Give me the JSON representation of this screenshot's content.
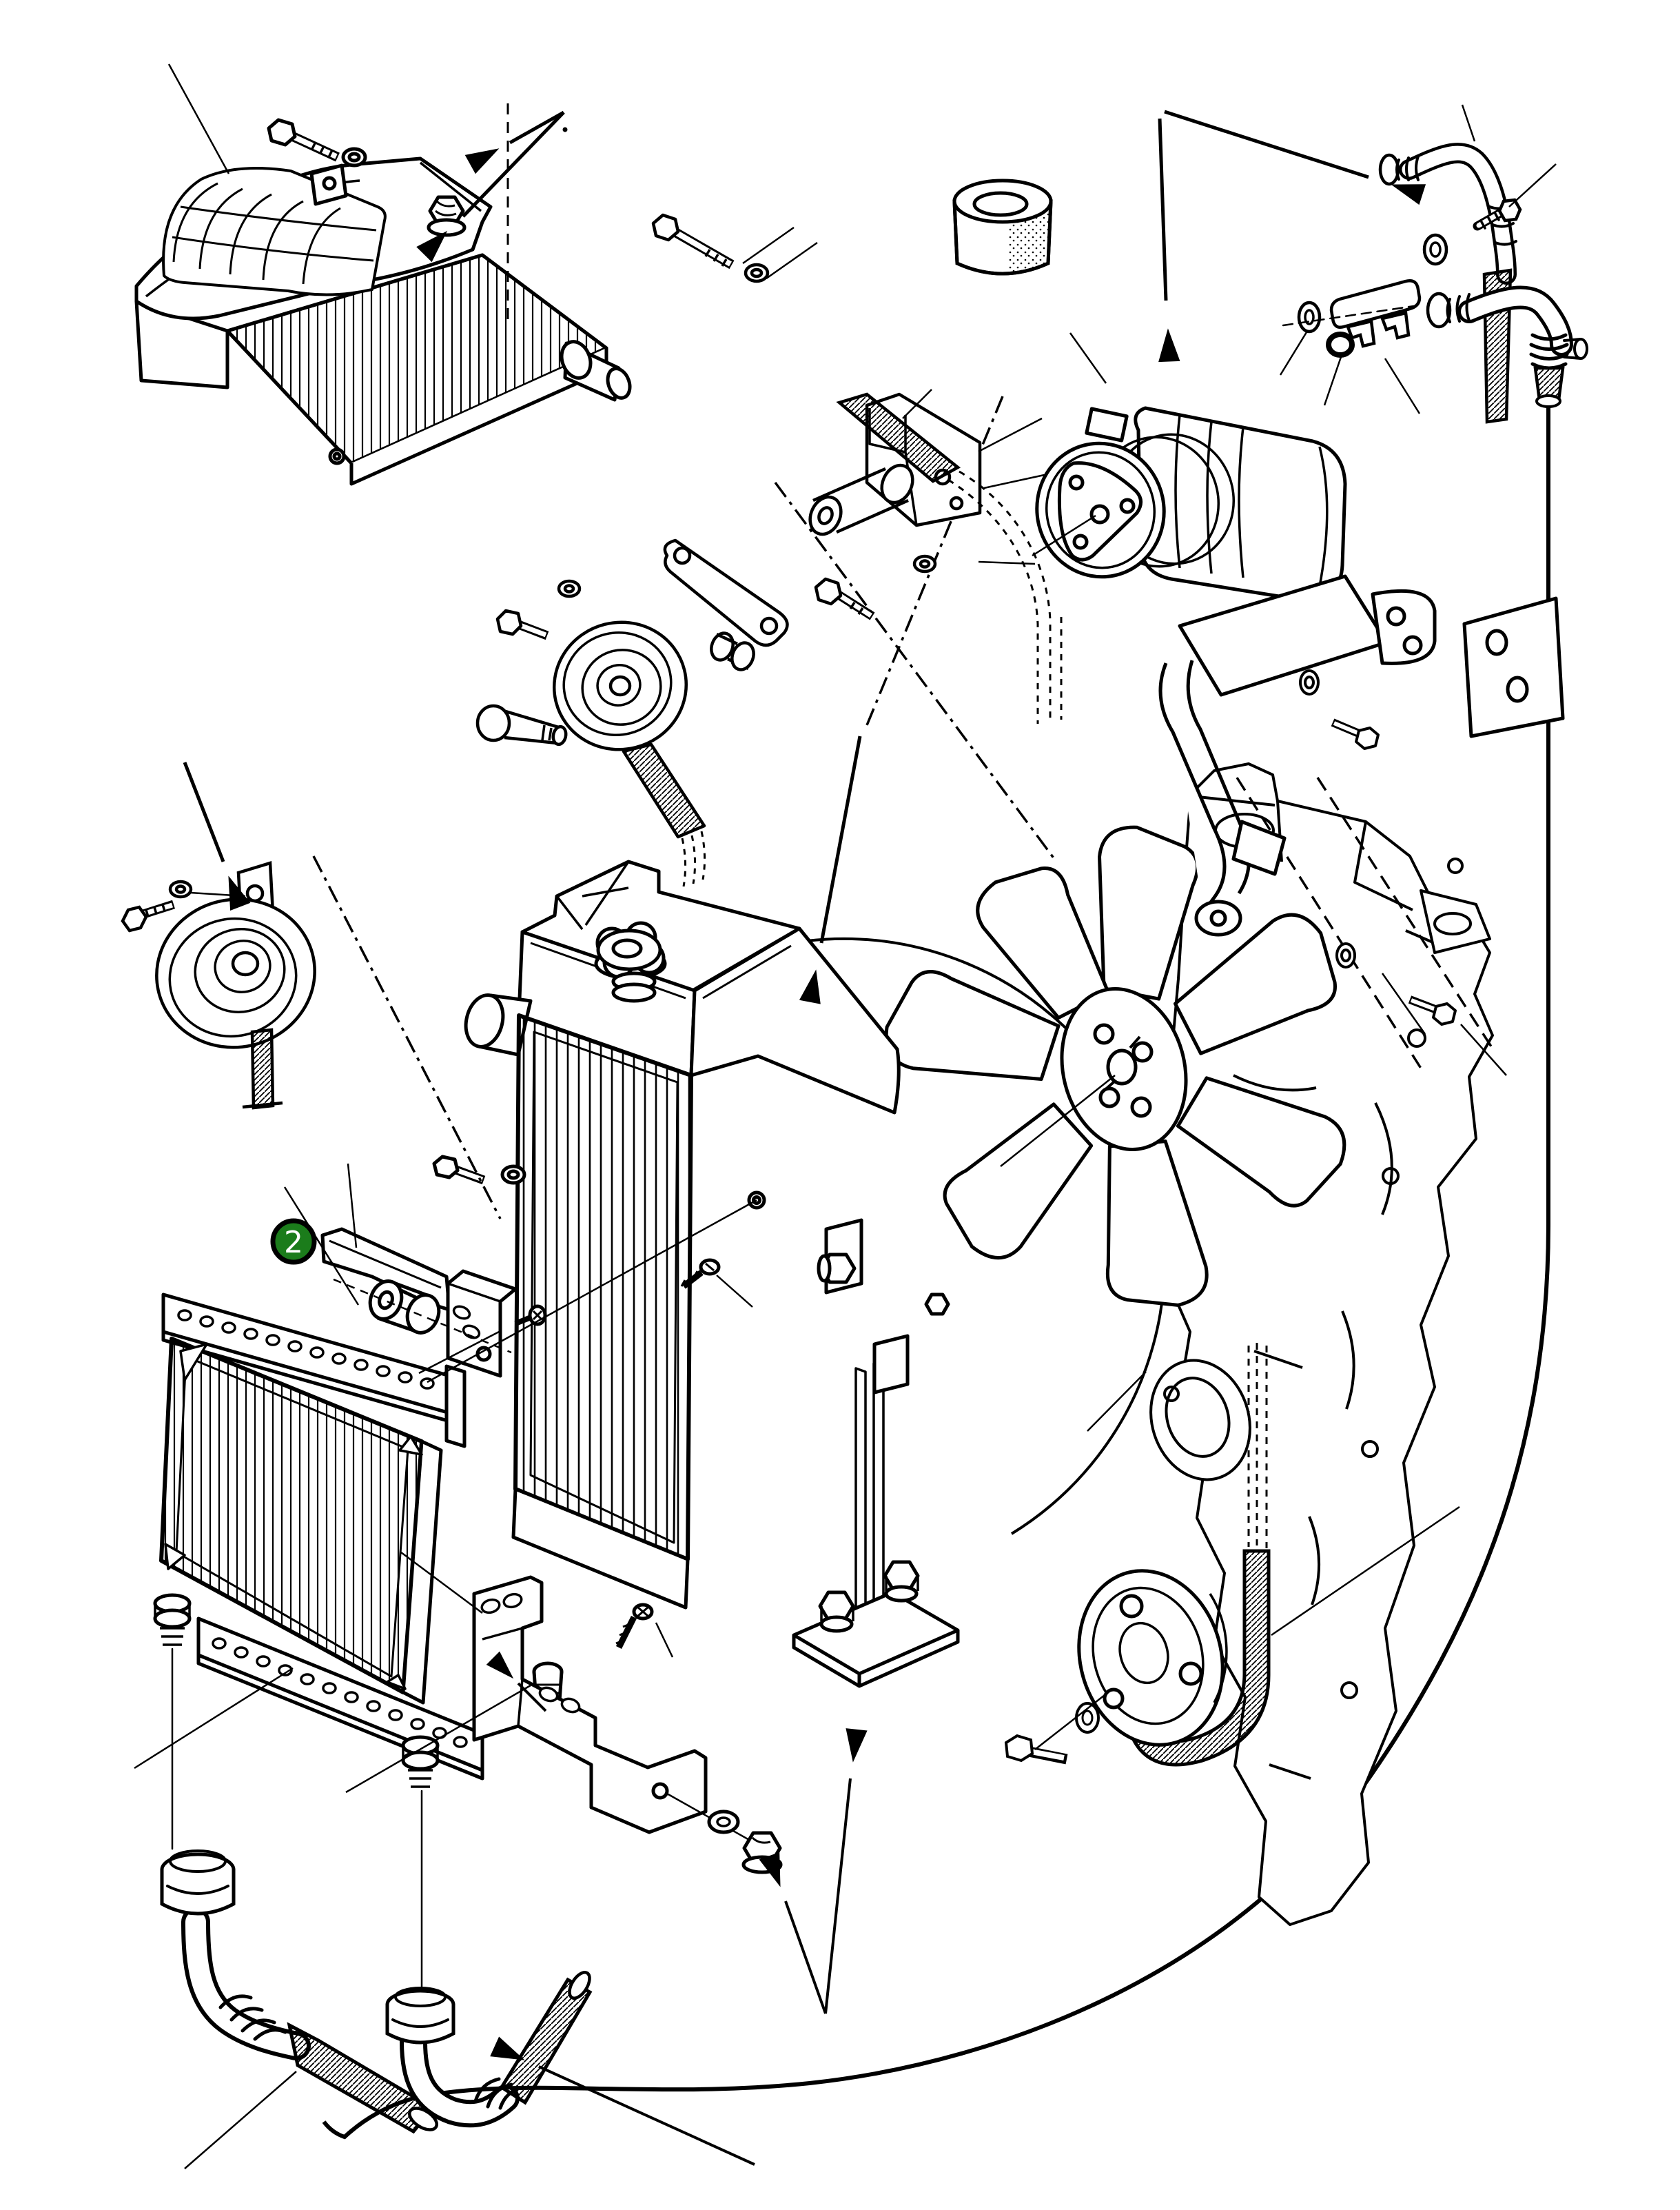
{
  "diagram": {
    "type": "exploded-parts-diagram",
    "subject": "engine cooling system: radiator, oil cooler, cooling fan, compressor, belts and hoses",
    "callout": {
      "number": "2"
    },
    "colors": {
      "background": "#ffffff",
      "line": "#000000",
      "badge_fill": "#1b7c1b",
      "badge_ring": "#000000",
      "badge_text": "#ffffff"
    },
    "icons": [
      "pointer-arrow-top-left-washer-icon",
      "pointer-arrow-top-left-nut-icon",
      "pointer-arrow-hose-fitting-icon",
      "pointer-arrow-compressor-icon",
      "pointer-arrow-radiator-icon",
      "pointer-arrow-horn-bracket-icon",
      "pointer-arrow-flange-nut-icon",
      "pointer-arrow-radiator-foot-icon",
      "pointer-arrow-oil-hose-icon",
      "pointer-arrow-lower-bracket-icon"
    ]
  }
}
